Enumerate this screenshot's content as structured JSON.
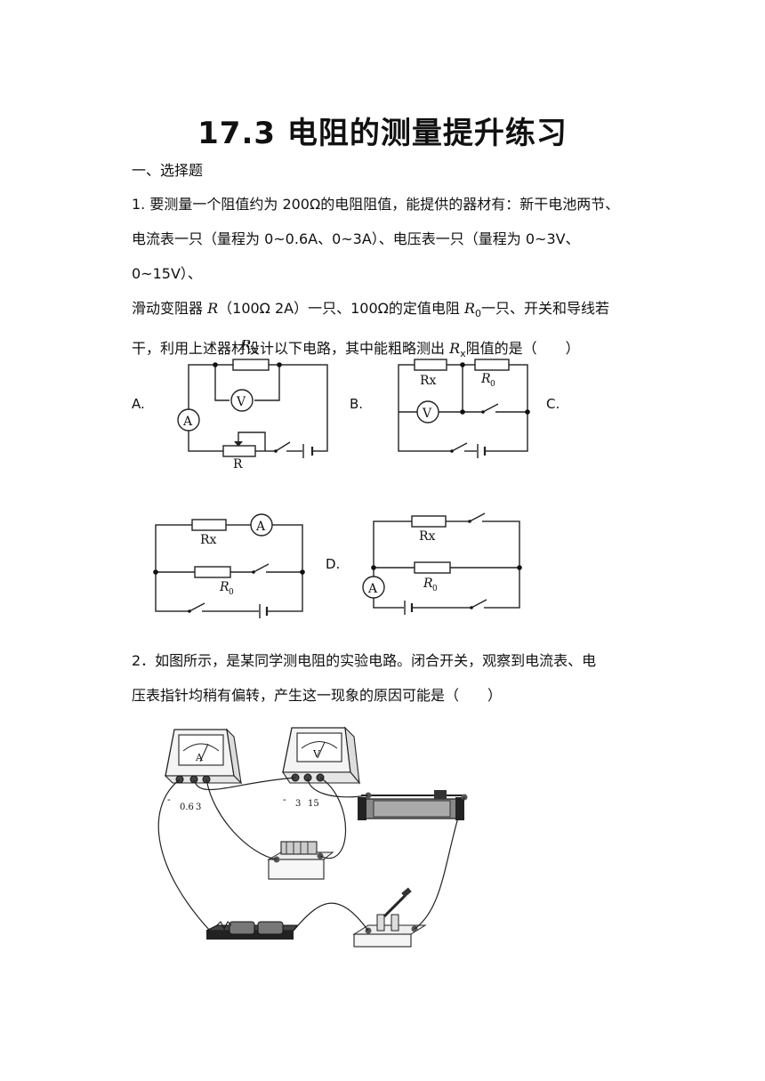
{
  "title": "17.3 电阻的测量提升练习",
  "section": "一、选择题",
  "q1": {
    "lines": [
      "1. 要测量一个阻值约为 200Ω的电阻阻值，能提供的器材有：新干电池两节、",
      "电流表一只（量程为 0~0.6A、0~3A）、电压表一只（量程为 0~3V、0~15V）、",
      "滑动变阻器 ",
      "R",
      "（100Ω 2A）一只、100Ω的定值电阻 ",
      "R",
      "0",
      "一只、开关和导线若",
      "干，利用上述器材设计以下电路，其中能粗略测出 ",
      "R",
      "x",
      "阻值的是（　　）"
    ],
    "options": [
      "A.",
      "B.",
      "C.",
      "D."
    ]
  },
  "circuits": {
    "a": {
      "rx": "R",
      "rx_sub": "X",
      "v": "V",
      "a": "A",
      "r": "R"
    },
    "b": {
      "rx": "Rx",
      "r0": "R",
      "r0_sub": "0",
      "v": "V"
    },
    "c": {
      "rx": "Rx",
      "a": "A",
      "r0": "R",
      "r0_sub": "0"
    },
    "d": {
      "rx": "Rx",
      "a": "A",
      "r0": "R",
      "r0_sub": "0"
    }
  },
  "q2": {
    "lines": [
      "2．如图所示，是某同学测电阻的实验电路。闭合开关，观察到电流表、电",
      "压表指针均稍有偏转，产生这一现象的原因可能是（　　）"
    ]
  },
  "apparatus": {
    "ammeter_letter": "A",
    "ammeter_terminals": [
      "-",
      "0.6",
      "3"
    ],
    "voltmeter_letter": "V",
    "voltmeter_terminals": [
      "-",
      "3",
      "15"
    ]
  }
}
